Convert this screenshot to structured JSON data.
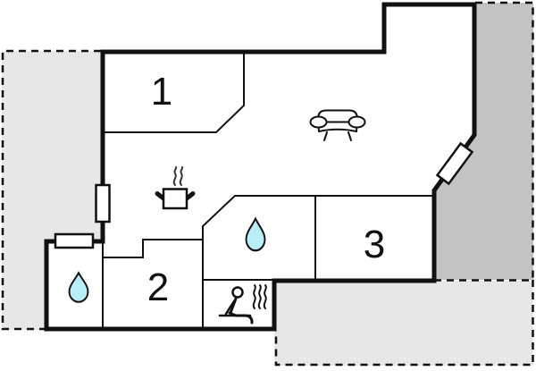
{
  "floorplan": {
    "type": "apartment-floor-plan",
    "rooms": [
      {
        "label": "1",
        "name": "bedroom-1"
      },
      {
        "label": "2",
        "name": "bedroom-2"
      },
      {
        "label": "3",
        "name": "room-3"
      }
    ],
    "features": {
      "living_area_icon": "sofa",
      "kitchen_icon": "steaming-pot",
      "bathroom_left_icon": "water-drop",
      "bathroom_middle_icon": "water-drop",
      "sauna_icon": "person-in-sauna-with-steam",
      "openings": [
        "window-vertical-left-wall",
        "window-horizontal-bottom-left",
        "door-diagonal-right"
      ]
    },
    "colors": {
      "wall": "#111111",
      "terrace_light": "#e7e7e7",
      "terrace_dark": "#c3c3c3",
      "water": "#b9eef7",
      "room_fill": "#ffffff"
    }
  }
}
